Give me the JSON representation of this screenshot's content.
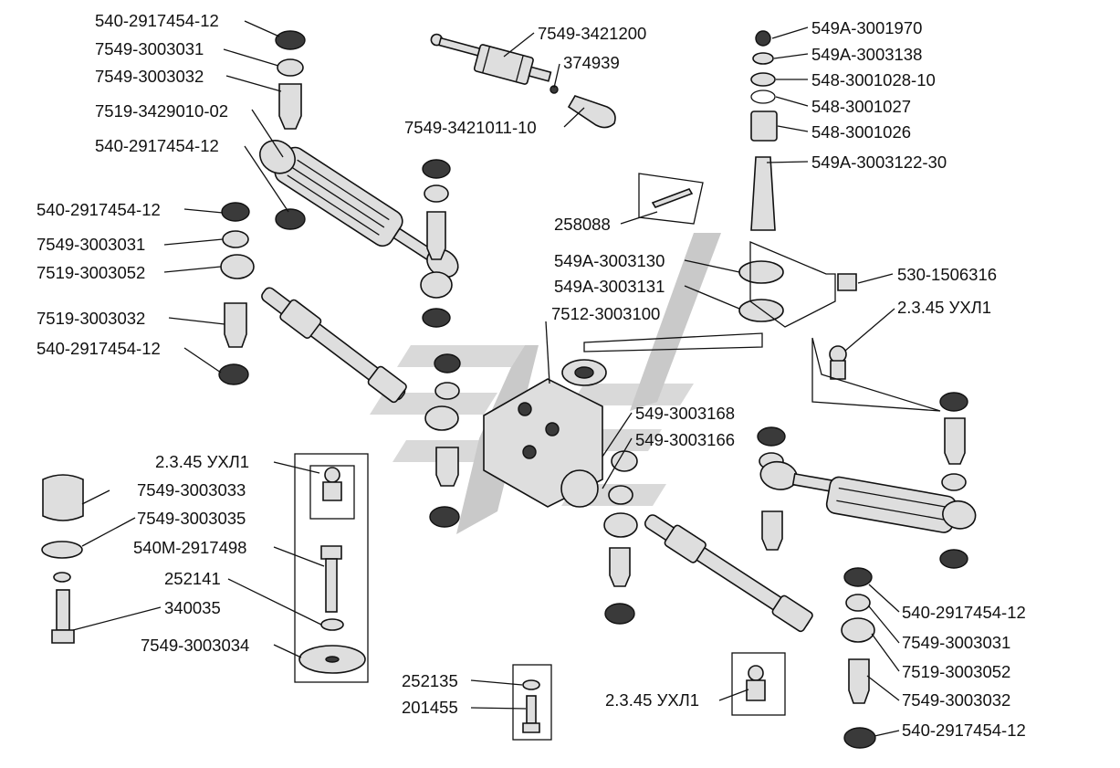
{
  "labels": {
    "l1": "540-2917454-12",
    "l2": "7549-3003031",
    "l3": "7549-3003032",
    "l4": "7519-3429010-02",
    "l5": "540-2917454-12",
    "l6": "540-2917454-12",
    "l7": "7549-3003031",
    "l8": "7519-3003052",
    "l9": "7519-3003032",
    "l10": "540-2917454-12",
    "l11": "7549-3421200",
    "l12": "374939",
    "l13": "7549-3421011-10",
    "l14": "549А-3001970",
    "l15": "549А-3003138",
    "l16": "548-3001028-10",
    "l17": "548-3001027",
    "l18": "548-3001026",
    "l19": "549А-3003122-30",
    "l20": "258088",
    "l21": "549А-3003130",
    "l22": "549А-3003131",
    "l23": "530-1506316",
    "l24": "7512-3003100",
    "l25": "2.3.45 УХЛ1",
    "l26": "549-3003168",
    "l27": "549-3003166",
    "l28": "2.3.45 УХЛ1",
    "l29": "7549-3003033",
    "l30": "7549-3003035",
    "l31": "540М-2917498",
    "l32": "252141",
    "l33": "340035",
    "l34": "7549-3003034",
    "l35": "252135",
    "l36": "201455",
    "l37": "540-2917454-12",
    "l38": "7549-3003031",
    "l39": "7519-3003052",
    "l40": "2.3.45 УХЛ1",
    "l41": "7549-3003032",
    "l42": "540-2917454-12"
  },
  "colors": {
    "watermark": "#d9d9d9",
    "ink": "#111111"
  }
}
